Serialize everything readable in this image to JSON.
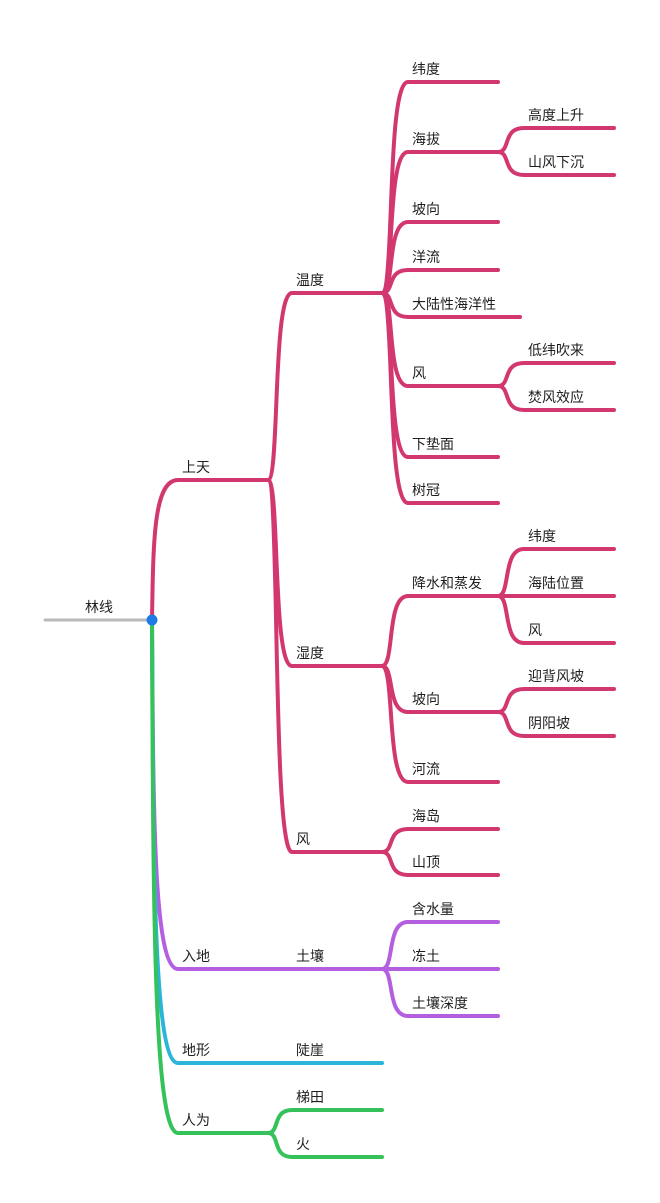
{
  "colors": {
    "root_line": "#b9b9b9",
    "root_dot": "#1e7be6",
    "sky": "#d2386f",
    "soil": "#b35fe0",
    "terrain": "#2ab5d9",
    "human": "#35c25a"
  },
  "root": {
    "label": "林线",
    "children": [
      {
        "label": "上天",
        "color": "sky",
        "children": [
          {
            "label": "温度",
            "children": [
              {
                "label": "纬度"
              },
              {
                "label": "海拔",
                "children": [
                  {
                    "label": "高度上升"
                  },
                  {
                    "label": "山风下沉"
                  }
                ]
              },
              {
                "label": "坡向"
              },
              {
                "label": "洋流"
              },
              {
                "label": "大陆性海洋性"
              },
              {
                "label": "风",
                "children": [
                  {
                    "label": "低纬吹来"
                  },
                  {
                    "label": "焚风效应"
                  }
                ]
              },
              {
                "label": "下垫面"
              },
              {
                "label": "树冠"
              }
            ]
          },
          {
            "label": "湿度",
            "children": [
              {
                "label": "降水和蒸发",
                "children": [
                  {
                    "label": "纬度"
                  },
                  {
                    "label": "海陆位置"
                  },
                  {
                    "label": "风"
                  }
                ]
              },
              {
                "label": "坡向",
                "children": [
                  {
                    "label": "迎背风坡"
                  },
                  {
                    "label": "阴阳坡"
                  }
                ]
              },
              {
                "label": "河流"
              }
            ]
          },
          {
            "label": "风",
            "children": [
              {
                "label": "海岛"
              },
              {
                "label": "山顶"
              }
            ]
          }
        ]
      },
      {
        "label": "入地",
        "color": "soil",
        "children": [
          {
            "label": "土壤",
            "children": [
              {
                "label": "含水量"
              },
              {
                "label": "冻土"
              },
              {
                "label": "土壤深度"
              }
            ]
          }
        ]
      },
      {
        "label": "地形",
        "color": "terrain",
        "children": [
          {
            "label": "陡崖"
          }
        ]
      },
      {
        "label": "人为",
        "color": "human",
        "children": [
          {
            "label": "梯田"
          },
          {
            "label": "火"
          }
        ]
      }
    ]
  }
}
